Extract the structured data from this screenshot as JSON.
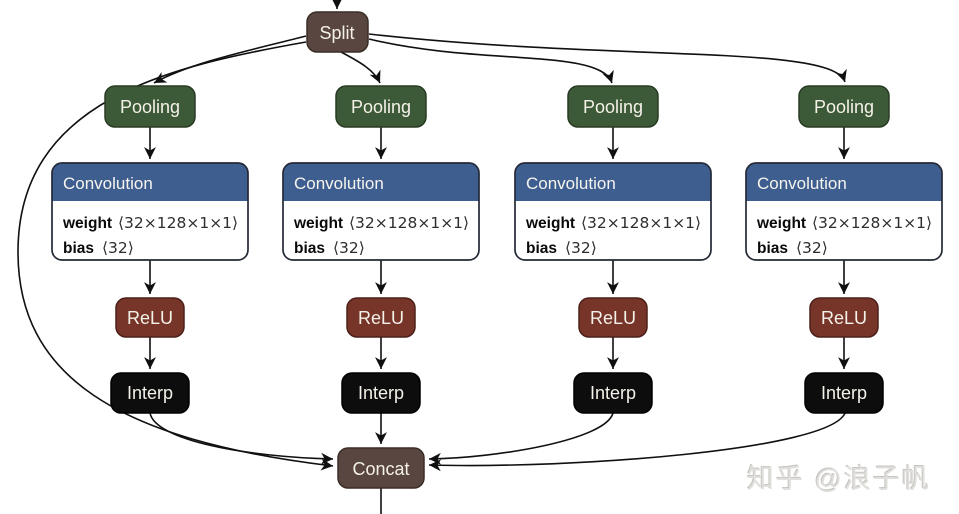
{
  "nodes": {
    "split": "Split",
    "concat": "Concat"
  },
  "columns": [
    {
      "pooling": "Pooling",
      "relu": "ReLU",
      "interp": "Interp",
      "conv": {
        "title": "Convolution",
        "weight_label": "weight",
        "weight_value": "⟨32×128×1×1⟩",
        "bias_label": "bias",
        "bias_value": "⟨32⟩"
      }
    },
    {
      "pooling": "Pooling",
      "relu": "ReLU",
      "interp": "Interp",
      "conv": {
        "title": "Convolution",
        "weight_label": "weight",
        "weight_value": "⟨32×128×1×1⟩",
        "bias_label": "bias",
        "bias_value": "⟨32⟩"
      }
    },
    {
      "pooling": "Pooling",
      "relu": "ReLU",
      "interp": "Interp",
      "conv": {
        "title": "Convolution",
        "weight_label": "weight",
        "weight_value": "⟨32×128×1×1⟩",
        "bias_label": "bias",
        "bias_value": "⟨32⟩"
      }
    },
    {
      "pooling": "Pooling",
      "relu": "ReLU",
      "interp": "Interp",
      "conv": {
        "title": "Convolution",
        "weight_label": "weight",
        "weight_value": "⟨32×128×1×1⟩",
        "bias_label": "bias",
        "bias_value": "⟨32⟩"
      }
    }
  ],
  "colors": {
    "split_concat_fill": "#594640",
    "pooling_fill": "#3d5a38",
    "conv_header_fill": "#3f5e90",
    "conv_body_fill": "#ffffff",
    "relu_fill": "#77352a",
    "interp_fill": "#0d0d0d",
    "edge": "#101010",
    "node_text": "#f4f1e8"
  },
  "watermark": {
    "text": "知乎 @浪子帆"
  }
}
